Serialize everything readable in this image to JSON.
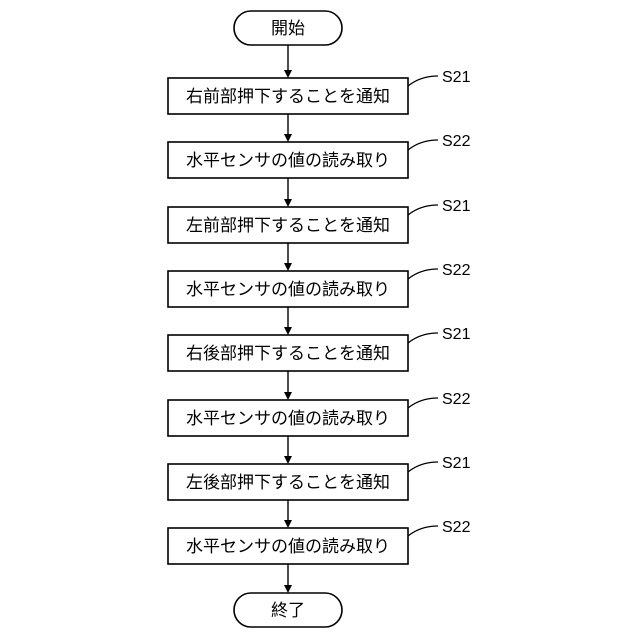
{
  "flowchart": {
    "start_label": "開始",
    "end_label": "終了",
    "steps": [
      {
        "label": "右前部押下することを通知",
        "step_id": "S21"
      },
      {
        "label": "水平センサの値の読み取り",
        "step_id": "S22"
      },
      {
        "label": "左前部押下することを通知",
        "step_id": "S21"
      },
      {
        "label": "水平センサの値の読み取り",
        "step_id": "S22"
      },
      {
        "label": "右後部押下することを通知",
        "step_id": "S21"
      },
      {
        "label": "水平センサの値の読み取り",
        "step_id": "S22"
      },
      {
        "label": "左後部押下することを通知",
        "step_id": "S21"
      },
      {
        "label": "水平センサの値の読み取り",
        "step_id": "S22"
      }
    ]
  }
}
